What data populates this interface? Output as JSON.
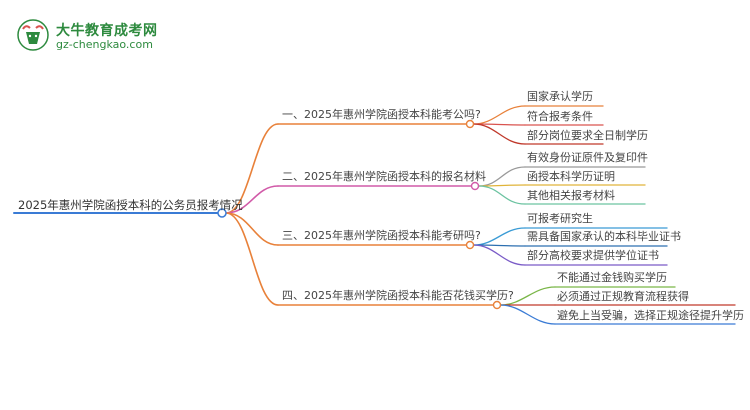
{
  "brand": {
    "title": "大牛教育成考网",
    "url": "gz-chengkao.com",
    "icon": "bull-logo-icon",
    "color": "#2d8a3e"
  },
  "mindmap": {
    "root": {
      "label": "2025年惠州学院函授本科的公务员报考情况",
      "color": "#3a7bd5"
    },
    "branches": [
      {
        "label": "一、2025年惠州学院函授本科能考公吗?",
        "color": "#e8813a",
        "children": [
          {
            "label": "国家承认学历",
            "color": "#e8813a"
          },
          {
            "label": "符合报考条件",
            "color": "#d9534f"
          },
          {
            "label": "部分岗位要求全日制学历",
            "color": "#c0392b"
          }
        ]
      },
      {
        "label": "二、2025年惠州学院函授本科的报名材料",
        "color": "#d15aa8",
        "children": [
          {
            "label": "有效身份证原件及复印件",
            "color": "#999999"
          },
          {
            "label": "函授本科学历证明",
            "color": "#e0b43a"
          },
          {
            "label": "其他相关报考材料",
            "color": "#6cc3a1"
          }
        ]
      },
      {
        "label": "三、2025年惠州学院函授本科能考研吗?",
        "color": "#e8813a",
        "children": [
          {
            "label": "可报考研究生",
            "color": "#3a9bd5"
          },
          {
            "label": "需具备国家承认的本科毕业证书",
            "color": "#2c6fb0"
          },
          {
            "label": "部分高校要求提供学位证书",
            "color": "#7a5bc7"
          }
        ]
      },
      {
        "label": "四、2025年惠州学院函授本科能否花钱买学历?",
        "color": "#e8813a",
        "children": [
          {
            "label": "不能通过金钱购买学历",
            "color": "#7ab648"
          },
          {
            "label": "必须通过正规教育流程获得",
            "color": "#c0392b"
          },
          {
            "label": "避免上当受骗，选择正规途径提升学历",
            "color": "#3a7bd5"
          }
        ]
      }
    ]
  }
}
